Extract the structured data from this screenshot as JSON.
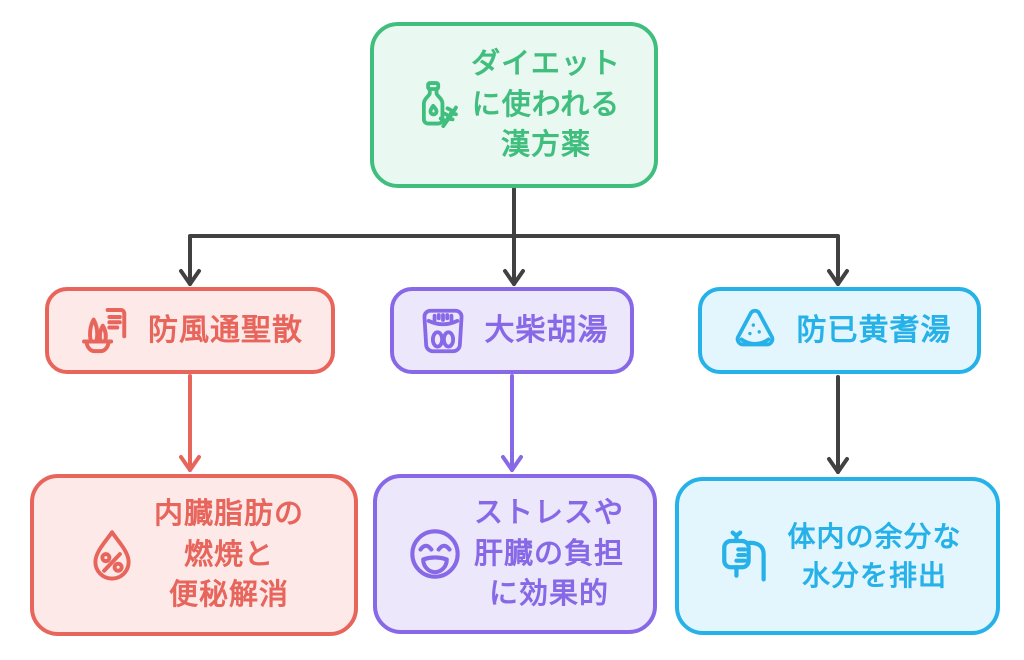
{
  "root": {
    "label": "ダイエット\nに使われる\n漢方薬",
    "icon": "medicine-bottle-herb-icon"
  },
  "branches": [
    {
      "name": "防風通聖散",
      "icon": "potted-herbs-note-icon",
      "effect": "内臓脂肪の\n燃焼と\n便秘解消",
      "effect_icon": "fat-percent-drop-icon"
    },
    {
      "name": "大柴胡湯",
      "icon": "weight-scale-icon",
      "effect": "ストレスや\n肝臓の負担\nに効果的",
      "effect_icon": "laughing-face-icon"
    },
    {
      "name": "防已黄耆湯",
      "icon": "watermelon-slice-icon",
      "effect": "体内の余分な\n水分を排出",
      "effect_icon": "iv-drip-icon"
    }
  ],
  "colors": {
    "green": "#3FBE7E",
    "green_bg": "#E9F8F0",
    "red": "#E8655C",
    "red_bg": "#FCE9E8",
    "purple": "#8768E7",
    "purple_bg": "#ECE7FB",
    "cyan": "#26B1E8",
    "cyan_bg": "#E4F6FD",
    "arrow": "#414141"
  }
}
